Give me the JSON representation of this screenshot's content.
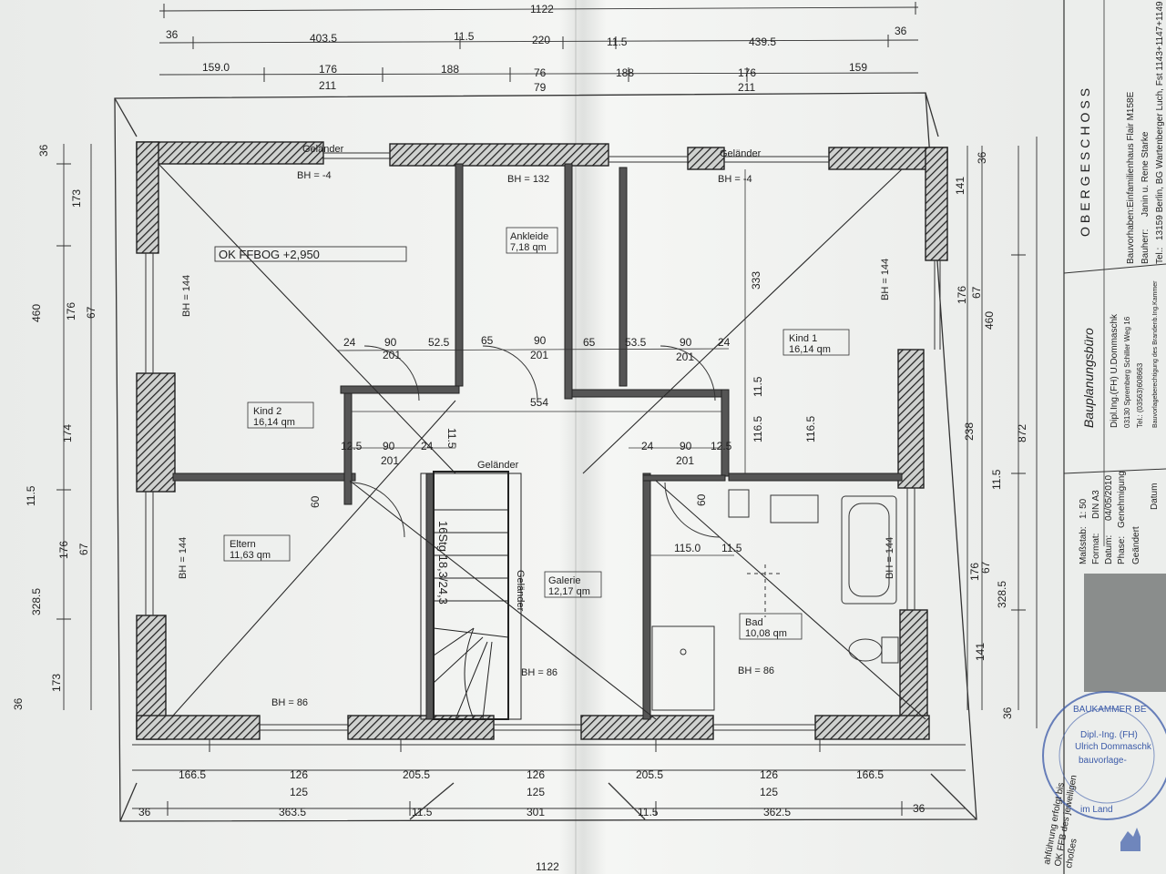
{
  "plan": {
    "level_label": "OK FFBOG +2,950",
    "rooms": [
      {
        "id": "kind2",
        "name": "Kind 2",
        "area": "16,14 qm"
      },
      {
        "id": "ankleide",
        "name": "Ankleide",
        "area": "7,18 qm"
      },
      {
        "id": "kind1",
        "name": "Kind 1",
        "area": "16,14 qm"
      },
      {
        "id": "eltern",
        "name": "Eltern",
        "area": "11,63 qm"
      },
      {
        "id": "galerie",
        "name": "Galerie",
        "area": "12,17 qm"
      },
      {
        "id": "bad",
        "name": "Bad",
        "area": "10,08 qm"
      }
    ],
    "stairs": "16Stg 18,3/24,3",
    "railing": "Geländer",
    "sill_heights": {
      "top_left": "BH = -4",
      "top_mid": "BH = 132",
      "top_right": "BH = -4",
      "bottom_left": "BH = 86",
      "bottom_mid": "BH = 86",
      "bottom_right": "BH = 86",
      "side": "BH = 144"
    }
  },
  "dimensions": {
    "top_total": "1122",
    "top_row1": [
      "36",
      "403.5",
      "11.5",
      "220",
      "11.5",
      "439.5",
      "36"
    ],
    "top_row2": [
      "159.0",
      "176",
      "188",
      "76",
      "188",
      "176",
      "159"
    ],
    "top_row2_sub": [
      "211",
      "79",
      "211"
    ],
    "bottom_row1": [
      "166.5",
      "126",
      "205.5",
      "126",
      "205.5",
      "126",
      "166.5"
    ],
    "bottom_row1_sub": [
      "125",
      "125",
      "125"
    ],
    "bottom_row2": [
      "36",
      "363.5",
      "11.5",
      "301",
      "11.5",
      "362.5",
      "36"
    ],
    "bottom_total": "1122",
    "left_outer": [
      "36",
      "173",
      "460",
      "11.5",
      "328.5",
      "173",
      "36"
    ],
    "left_inner": [
      "176",
      "67",
      "174",
      "176",
      "67"
    ],
    "right_inner": [
      "176",
      "67",
      "176",
      "67"
    ],
    "right_outer": [
      "36",
      "141",
      "460",
      "238",
      "11.5",
      "328.5",
      "141",
      "36",
      "872"
    ],
    "interior": {
      "d24a": "24",
      "d90a": "90",
      "d201a": "201",
      "d525": "52.5",
      "d65a": "65",
      "d90b": "90",
      "d201b": "201",
      "d65b": "65",
      "d535": "53.5",
      "d90c": "90",
      "d24b": "24",
      "d201c": "201",
      "d554": "554",
      "d125a": "12.5",
      "d90d": "90",
      "d24c": "24",
      "d201d": "201",
      "d115": "11.5",
      "d24d": "24",
      "d90e": "90",
      "d125b": "12.5",
      "d201e": "201",
      "d333": "333",
      "d115b": "11.5",
      "d1165a": "116.5",
      "d1165b": "116.5",
      "d60": "60",
      "d1150": "115.0",
      "d115c": "11.5",
      "d60b": "60"
    }
  },
  "title_block": {
    "sheet": "OBERGESCHOSS",
    "bauvorhaben_label": "Bauvorhaben:",
    "bauvorhaben": "Einfamilienhaus Flair M158E",
    "bauherr_label": "Bauherr:",
    "bauherr": "Janin u. Rene Starke",
    "tel_label": "Tel.:",
    "tel": "13159 Berlin, BG Wartenberger Luch, Fst 1143+1147+1149",
    "office": "Bauplanungsbüro",
    "engineer": "Dipl.Ing.(FH) U.Dommaschk",
    "address": "03130 Spremberg Schiller Weg 16",
    "phone": "Tel.: (03563)608663",
    "massstab_label": "Maßstab:",
    "massstab": "1: 50",
    "format_label": "Format:",
    "format": "DIN A3",
    "datum_label": "Datum:",
    "datum": "04/05/2010",
    "phase_label": "Phase:",
    "phase": "Genehmigung",
    "geaendert_label": "Geändert",
    "datum2_label": "Datum",
    "stamp_top": "BAUKAMMER BE",
    "stamp_mid1": "Dipl.-Ing. (FH)",
    "stamp_mid2": "Ulrich Dommaschk",
    "stamp_mid3": "bauvorlage-",
    "stamp_bottom": "im Land"
  },
  "margin_note": "Bauvorlageberechtigung des Brandenb.Ing.Kammer",
  "footnote": [
    "ahführung erfolgt bis",
    "OK FFB des jeweiligen",
    "choßes"
  ],
  "colors": {
    "line": "#2a2a2a",
    "wall": "#3a3a3a",
    "paper": "#f2f3f1",
    "paper_shade": "#e3e5e3",
    "panel": "#8a8d8c",
    "stamp": "#3b5aa8"
  }
}
